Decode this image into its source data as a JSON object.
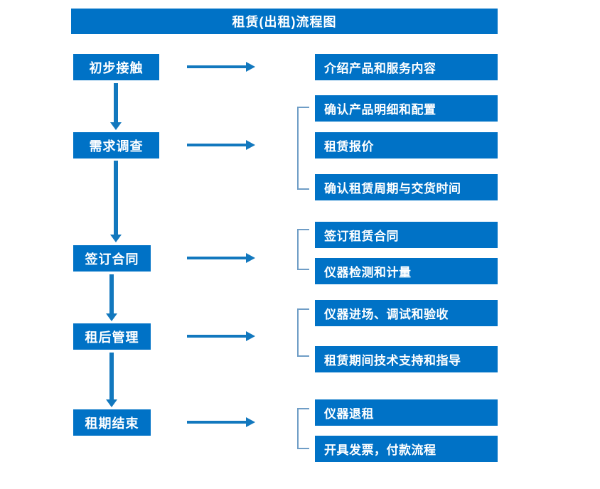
{
  "chart_data": {
    "type": "diagram",
    "title": "租赁(出租)流程图",
    "diagram_kind": "flowchart",
    "orientation": "vertical-stages-with-right-details",
    "accent_color": "#0072c6",
    "arrow_color": "#1278be",
    "bracket_color": "#6f9dc6",
    "text_color": "#ffffff",
    "stages": [
      {
        "label": "初步接触",
        "details": [
          "介绍产品和服务内容"
        ]
      },
      {
        "label": "需求调查",
        "details": [
          "确认产品明细和配置",
          "租赁报价",
          "确认租赁周期与交货时间"
        ]
      },
      {
        "label": "签订合同",
        "details": [
          "签订租赁合同",
          "仪器检测和计量"
        ]
      },
      {
        "label": "租后管理",
        "details": [
          "仪器进场、调试和验收",
          "租赁期间技术支持和指导"
        ]
      },
      {
        "label": "租期结束",
        "details": [
          "仪器退租",
          "开具发票，付款流程"
        ]
      }
    ]
  },
  "title": {
    "text": "租赁(出租)流程图"
  },
  "stages": [
    {
      "label": "初步接触"
    },
    {
      "label": "需求调查"
    },
    {
      "label": "签订合同"
    },
    {
      "label": "租后管理"
    },
    {
      "label": "租期结束"
    }
  ],
  "details": [
    {
      "label": "介绍产品和服务内容"
    },
    {
      "label": "确认产品明细和配置"
    },
    {
      "label": "租赁报价"
    },
    {
      "label": "确认租赁周期与交货时间"
    },
    {
      "label": "签订租赁合同"
    },
    {
      "label": "仪器检测和计量"
    },
    {
      "label": "仪器进场、调试和验收"
    },
    {
      "label": "租赁期间技术支持和指导"
    },
    {
      "label": "仪器退租"
    },
    {
      "label": "开具发票，付款流程"
    }
  ]
}
